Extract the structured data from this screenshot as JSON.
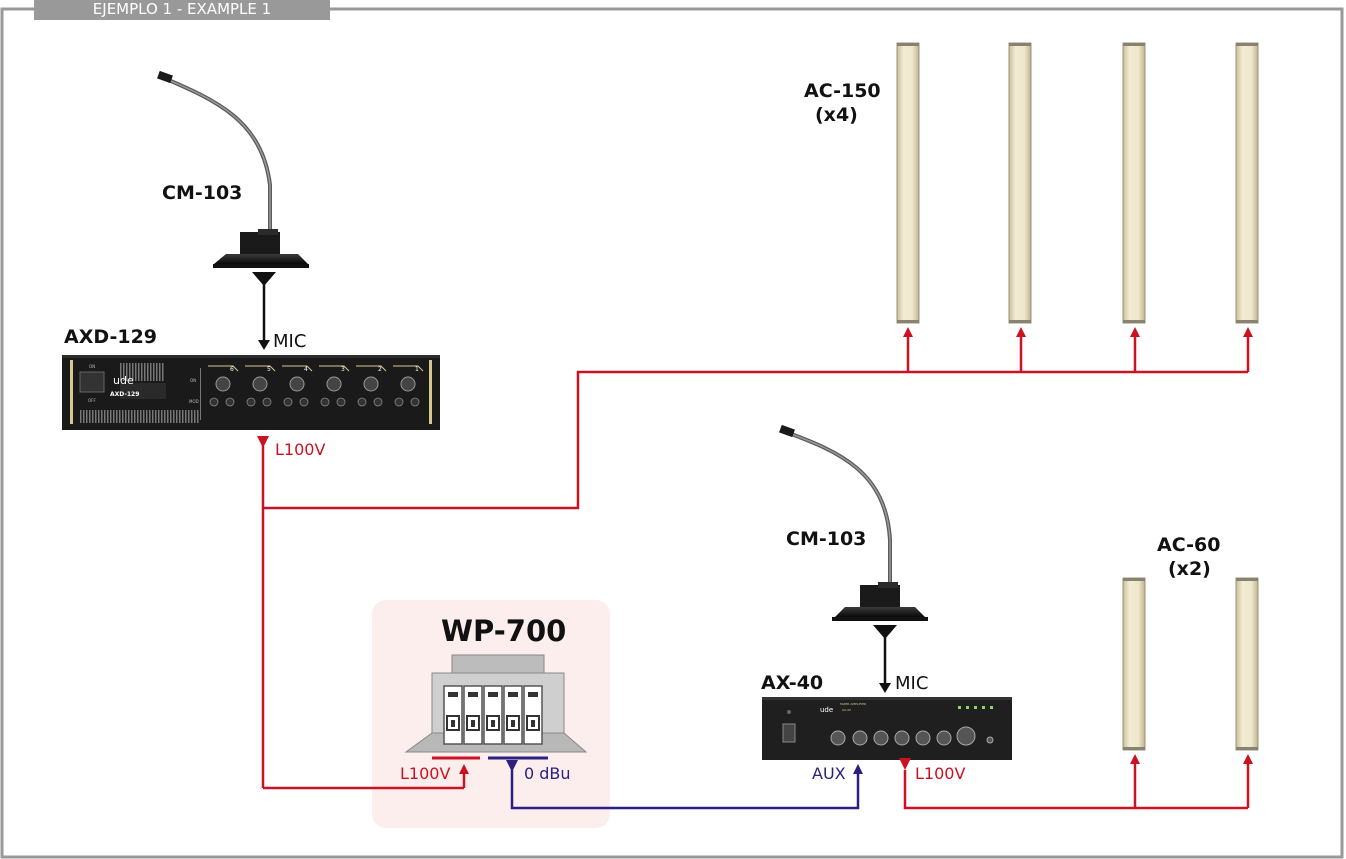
{
  "frame": {
    "title": "EJEMPLO 1  -  EXAMPLE 1"
  },
  "devices": {
    "mic_top": "CM-103",
    "mic_bottom": "CM-103",
    "amp_top": "AXD-129",
    "amp_top_brand": "ude",
    "amp_top_model": "AXD-129",
    "amp_top_knob_numbers": [
      "6",
      "5",
      "4",
      "3",
      "2",
      "1"
    ],
    "amp_top_power_on": "ON",
    "amp_top_power_off": "OFF",
    "amp_top_led_on": "ON",
    "amp_top_led_mod": "MOD",
    "amp_bottom": "AX-40",
    "amp_bottom_brand": "ude",
    "amp_bottom_subtitle": "MIXER AMPLIFIER",
    "amp_bottom_model": "AX-40",
    "wall_panel": "WP-700",
    "column_large_line1": "AC-150",
    "column_large_line2": "(x4)",
    "column_small_line1": "AC-60",
    "column_small_line2": "(x2)"
  },
  "signals": {
    "mic_top": "MIC",
    "mic_bottom": "MIC",
    "line_top": "L100V",
    "line_wp_in": "L100V",
    "line_wp_out": "0 dBu",
    "aux": "AUX",
    "line_bottom": "L100V"
  },
  "colors": {
    "line_100v": "#cc1122",
    "line_low_level": "#2a2080",
    "mic_line": "#111111",
    "frame": "#999999",
    "wp_highlight": "#fdeeee",
    "amp_body": "#1a1a1a",
    "amp_accent": "#d8c890",
    "column_body": "#ece4c6"
  }
}
